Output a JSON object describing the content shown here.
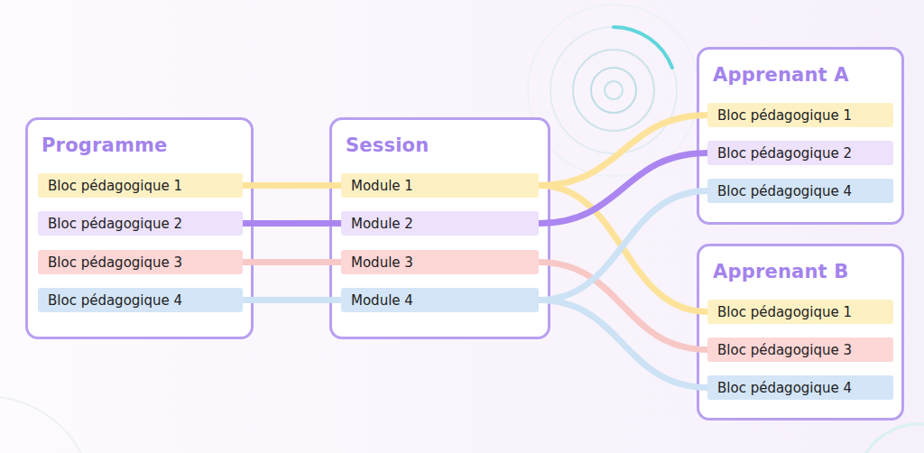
{
  "diagram": {
    "nodes": [
      {
        "text": [
          "Programme"
        ]
      },
      {
        "text": [
          "Bloc pédagogique 1"
        ],
        "in": 0
      },
      {
        "text": [
          "Bloc pédagogique 2"
        ],
        "in": 0
      },
      {
        "text": [
          "Bloc pédagogique 3"
        ],
        "in": 0
      },
      {
        "text": [
          "Bloc pédagogique 4"
        ],
        "in": 0
      },
      {
        "text": [
          "Session"
        ]
      },
      {
        "text": [
          "Module 1"
        ],
        "in": 5
      },
      {
        "text": [
          "Module 2"
        ],
        "in": 5
      },
      {
        "text": [
          "Module 3"
        ],
        "in": 5
      },
      {
        "text": [
          "Module 4"
        ],
        "in": 5
      },
      {
        "text": [
          "Apprenant A"
        ]
      },
      {
        "text": [
          "Bloc pédagogique 1"
        ],
        "in": 10
      },
      {
        "text": [
          "Bloc pédagogique 2"
        ],
        "in": 10
      },
      {
        "text": [
          "Bloc pédagogique 4"
        ],
        "in": 10
      },
      {
        "text": [
          "Apprenant B"
        ]
      },
      {
        "text": [
          "Bloc pédagogique 1"
        ],
        "in": 14
      },
      {
        "text": [
          "Bloc pédagogique 3"
        ],
        "in": 14
      },
      {
        "text": [
          "Bloc pédagogique 4"
        ],
        "in": 14
      }
    ],
    "edges": [
      {
        "from": 1,
        "to": 6,
        "arrow": "none"
      },
      {
        "from": 2,
        "to": 7,
        "arrow": "none"
      },
      {
        "from": 3,
        "to": 8,
        "arrow": "none"
      },
      {
        "from": 4,
        "to": 9,
        "arrow": "none"
      },
      {
        "from": 6,
        "to": 11,
        "arrow": "none"
      },
      {
        "from": 6,
        "to": 15,
        "arrow": "none"
      },
      {
        "from": 7,
        "to": 12,
        "arrow": "none"
      },
      {
        "from": 8,
        "to": 16,
        "arrow": "none"
      },
      {
        "from": 9,
        "to": 13,
        "arrow": "none"
      },
      {
        "from": 9,
        "to": 17,
        "arrow": "none"
      }
    ]
  }
}
